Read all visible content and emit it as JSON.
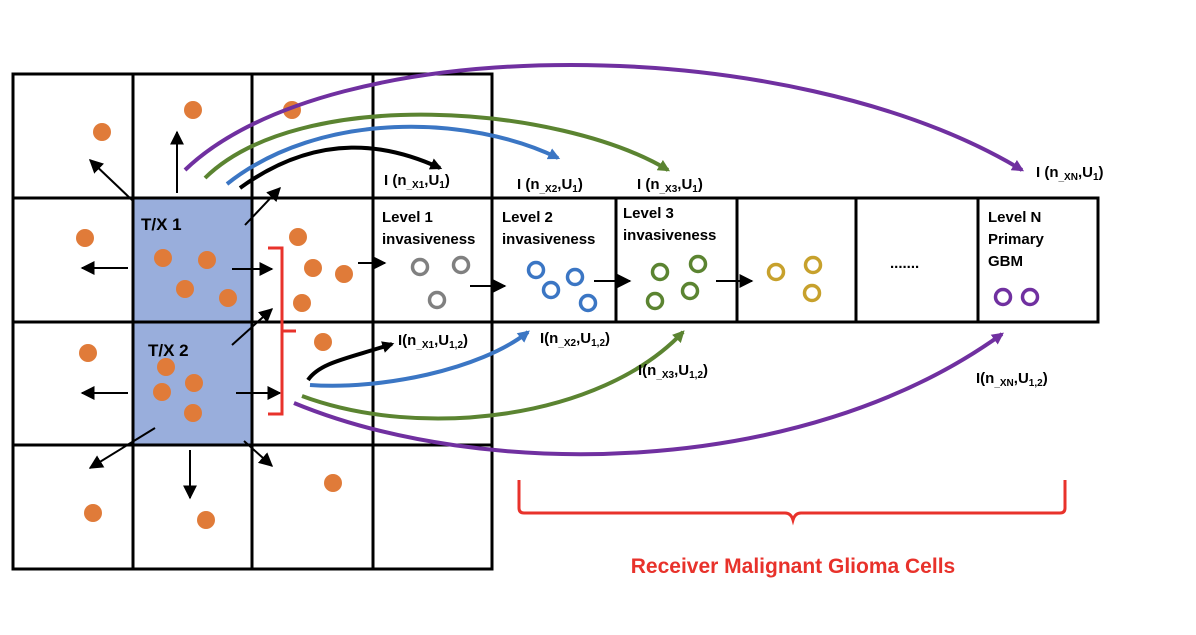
{
  "colors": {
    "orange": "#e07b39",
    "blue_fill": "#99aedc",
    "red": "#e8322b",
    "black": "#000000",
    "blue": "#3b76c4",
    "green": "#5b8431",
    "purple": "#7030a0",
    "gray": "#808080",
    "gold": "#c7a12c"
  },
  "tx_labels": {
    "tx1": "T/X 1",
    "tx2": "T/X 2"
  },
  "levels": [
    {
      "line1": "Level 1",
      "line2": "invasiveness"
    },
    {
      "line1": "Level 2",
      "line2": "invasiveness"
    },
    {
      "line1": "Level 3",
      "line2": "invasiveness"
    }
  ],
  "level_n": {
    "line1": "Level N",
    "line2": "Primary",
    "line3": "GBM"
  },
  "ellipsis": ".......",
  "top_labels": [
    {
      "pre": "I (n",
      "n_sub": "_X1",
      "mid": ",U",
      "u_sub": "1",
      "post": ")"
    },
    {
      "pre": "I (n",
      "n_sub": "_X2",
      "mid": ",U",
      "u_sub": "1",
      "post": ")"
    },
    {
      "pre": "I (n",
      "n_sub": "_X3",
      "mid": ",U",
      "u_sub": "1",
      "post": ")"
    },
    {
      "pre": "I (n",
      "n_sub": "_XN",
      "mid": ",U",
      "u_sub": "1",
      "post": ")"
    }
  ],
  "bottom_labels": [
    {
      "pre": "I(n",
      "n_sub": "_X1",
      "mid": ",U",
      "u_sub": "1,2",
      "post": ")"
    },
    {
      "pre": "I(n",
      "n_sub": "_X2",
      "mid": ",U",
      "u_sub": "1,2",
      "post": ")"
    },
    {
      "pre": "I(n",
      "n_sub": "_X3",
      "mid": ",U",
      "u_sub": "1,2",
      "post": ")"
    },
    {
      "pre": "I(n",
      "n_sub": "_XN",
      "mid": ",U",
      "u_sub": "1,2",
      "post": ")"
    }
  ],
  "receiver_label": "Receiver Malignant Glioma Cells"
}
